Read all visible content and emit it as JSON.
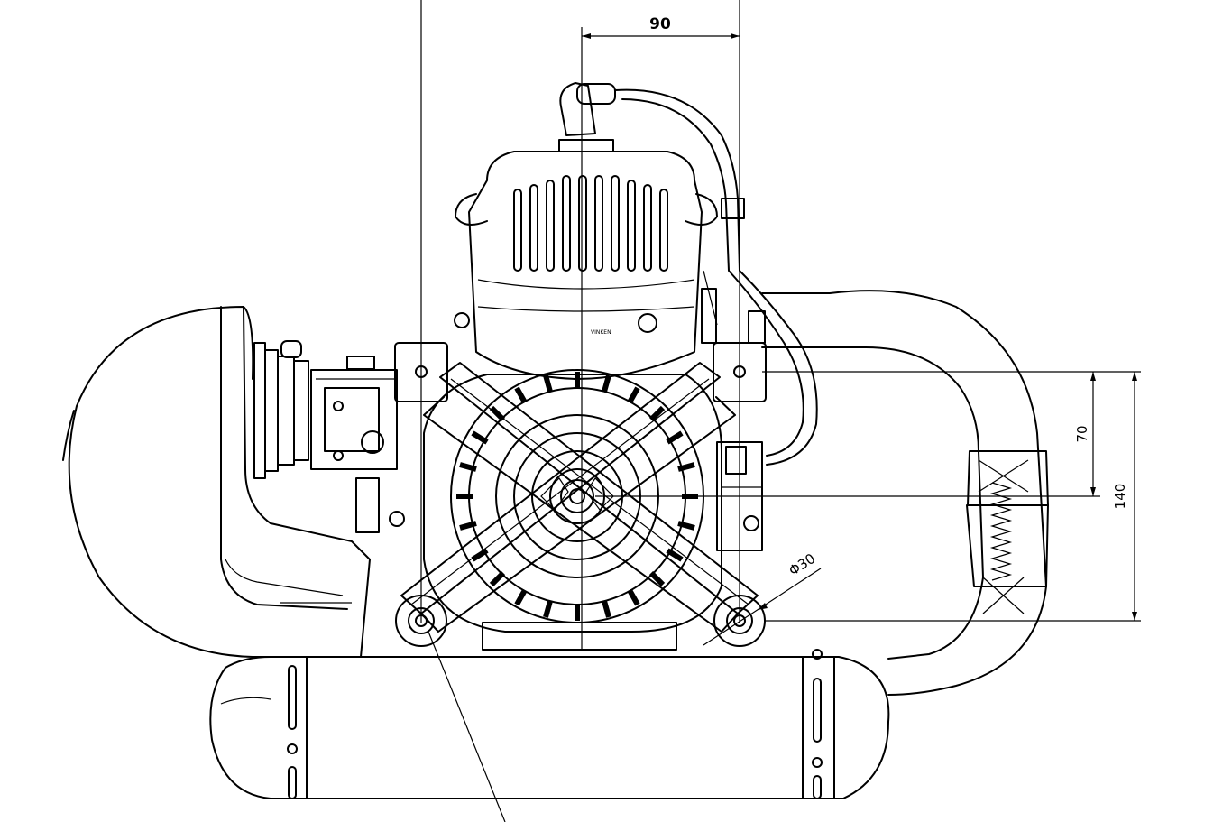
{
  "drawing": {
    "dimensions": {
      "width_top": "90",
      "height_short": "70",
      "height_long": "140",
      "diameter": "Φ30"
    },
    "brand_mark": "VINKEN"
  }
}
